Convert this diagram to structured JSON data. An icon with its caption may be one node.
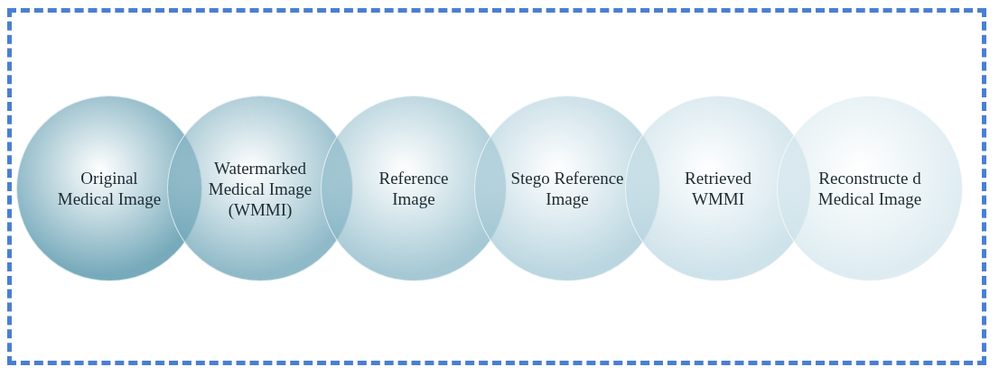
{
  "diagram": {
    "nodes": [
      {
        "text": [
          "Original Medical Image"
        ]
      },
      {
        "text": [
          "Watermarked Medical Image (WMMI)"
        ]
      },
      {
        "text": [
          "Reference Image"
        ]
      },
      {
        "text": [
          "Stego Reference Image"
        ]
      },
      {
        "text": [
          "Retrieved WMMI"
        ]
      },
      {
        "text": [
          "Reconstructe d Medical Image"
        ]
      }
    ]
  }
}
